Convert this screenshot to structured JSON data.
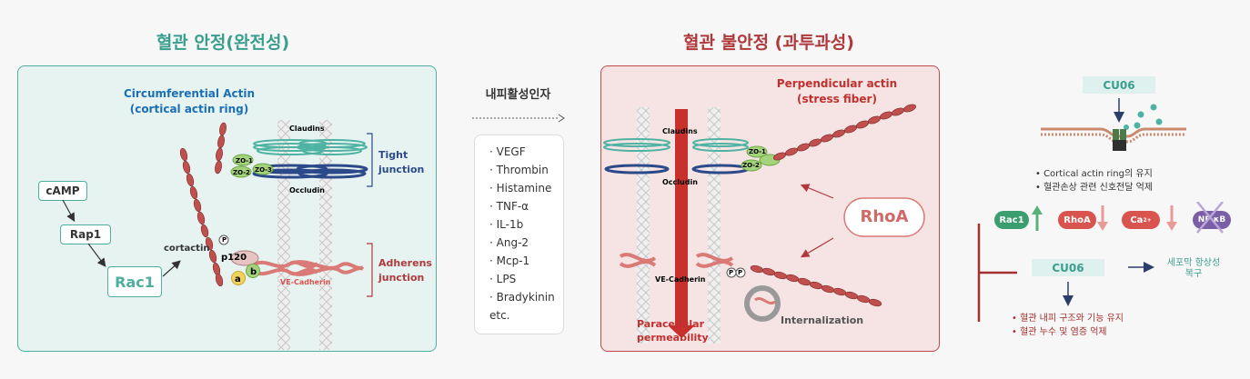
{
  "left": {
    "title": "혈관 안정(완전성)",
    "actin_title_line1": "Circumferential Actin",
    "actin_title_line2": "(cortical actin ring)",
    "camp": "cAMP",
    "rap1": "Rap1",
    "rac1": "Rac1",
    "cortactin": "cortactin",
    "p": "P",
    "p120": "p120",
    "a": "a",
    "b": "b",
    "claudins": "Claudins",
    "occludin": "Occludin",
    "zo1": "ZO-1",
    "zo2": "ZO-2",
    "zo3": "ZO-3",
    "ve_cadherin": "VE-Cadherin",
    "tight_junction_line1": "Tight",
    "tight_junction_line2": "junction",
    "adherens_junction_line1": "Adherens",
    "adherens_junction_line2": "junction"
  },
  "middle": {
    "title": "내피활성인자",
    "factors": [
      "VEGF",
      "Thrombin",
      "Histamine",
      "TNF-α",
      "IL-1b",
      "Ang-2",
      "Mcp-1",
      "LPS",
      "Bradykinin"
    ],
    "etc": "etc."
  },
  "right": {
    "title": "혈관 불안정 (과투과성)",
    "actin_title_line1": "Perpendicular actin",
    "actin_title_line2": "(stress fiber)",
    "claudins": "Claudins",
    "occludin": "Occludin",
    "zo1": "ZO-1",
    "zo2": "ZO-2",
    "ve_cadherin": "VE-Cadherin",
    "rhoa": "RhoA",
    "p": "P",
    "paracellular_line1": "Paracellular",
    "paracellular_line2": "permeability",
    "internalization": "Internalization"
  },
  "cu06": {
    "top_label": "CU06",
    "bullet1": "• Cortical actin ring의 유지",
    "bullet2": "• 혈관손상 관련 신호전달 억제",
    "rac1": "Rac1",
    "rhoa": "RhoA",
    "ca": "Ca",
    "ca_sup": "2+",
    "nfkb": "NF-κB",
    "mid_label": "CU06",
    "recovery_line1": "세포막 항상성",
    "recovery_line2": "복구",
    "effect1": "• 혈관 내피 구조와 기능 유지",
    "effect2": "• 혈관 누수 및 염증 억제"
  },
  "colors": {
    "teal": "#4eaf9f",
    "red": "#b0393c",
    "navy": "#2c4a8a",
    "actin": "#b84a4a"
  }
}
